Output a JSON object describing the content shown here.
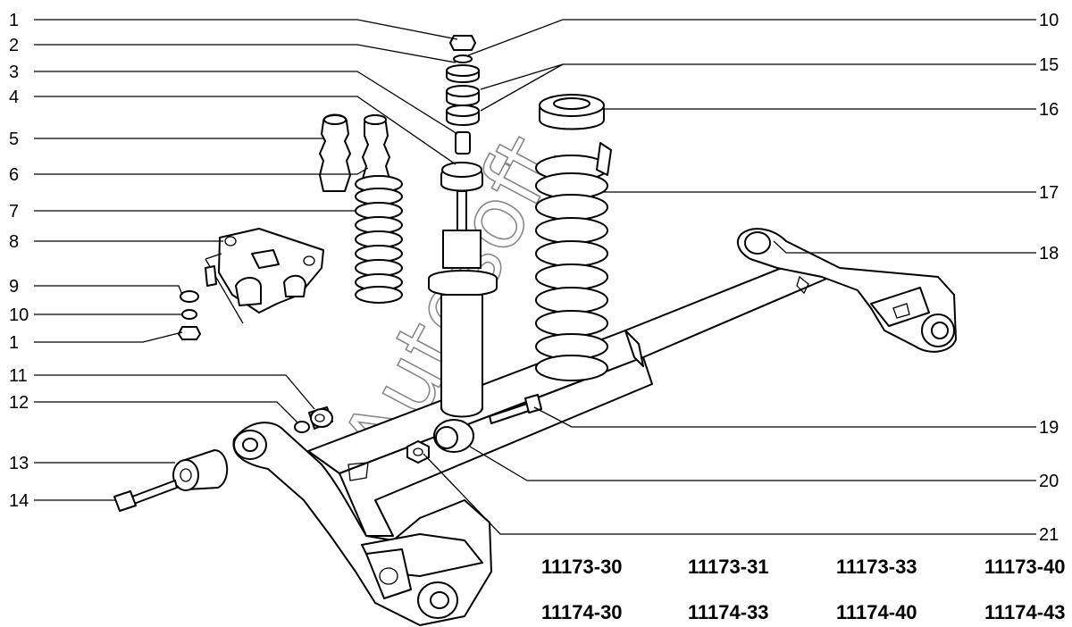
{
  "callouts_left": [
    "1",
    "2",
    "3",
    "4",
    "5",
    "6",
    "7",
    "8",
    "9",
    "10",
    "1",
    "11",
    "12",
    "13",
    "14"
  ],
  "callouts_right": [
    "10",
    "15",
    "16",
    "17",
    "18",
    "19",
    "20",
    "21"
  ],
  "model_codes": {
    "row1": [
      "11173-30",
      "11173-31",
      "11173-33",
      "11173-40"
    ],
    "row2": [
      "11174-30",
      "11174-33",
      "11174-40",
      "11174-43"
    ]
  },
  "watermark": "Autosoft"
}
